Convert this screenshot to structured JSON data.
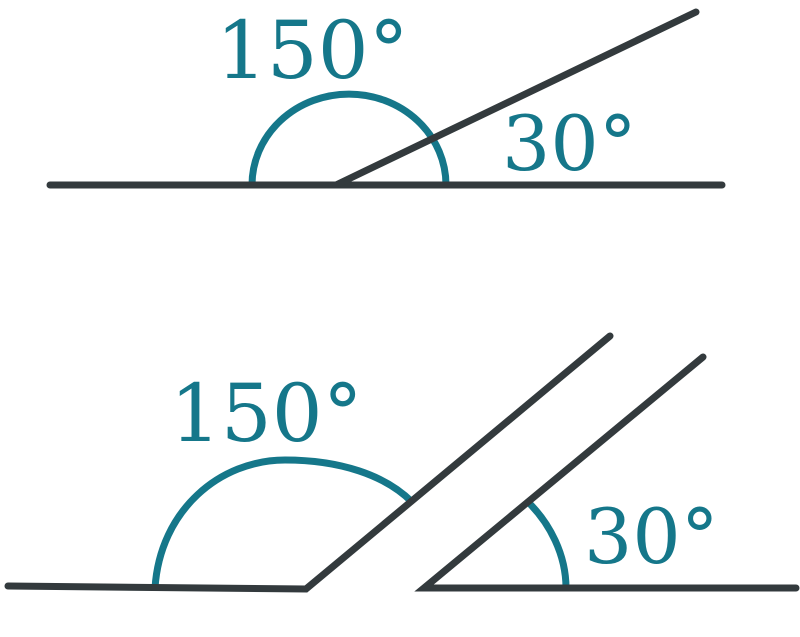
{
  "colors": {
    "line": "#333a3d",
    "arc": "#15778a",
    "label": "#15778a",
    "background": "#ffffff"
  },
  "diagram": {
    "top": {
      "obtuse_label": "150°",
      "acute_label": "30°"
    },
    "bottom": {
      "obtuse_label": "150°",
      "acute_label": "30°"
    }
  }
}
